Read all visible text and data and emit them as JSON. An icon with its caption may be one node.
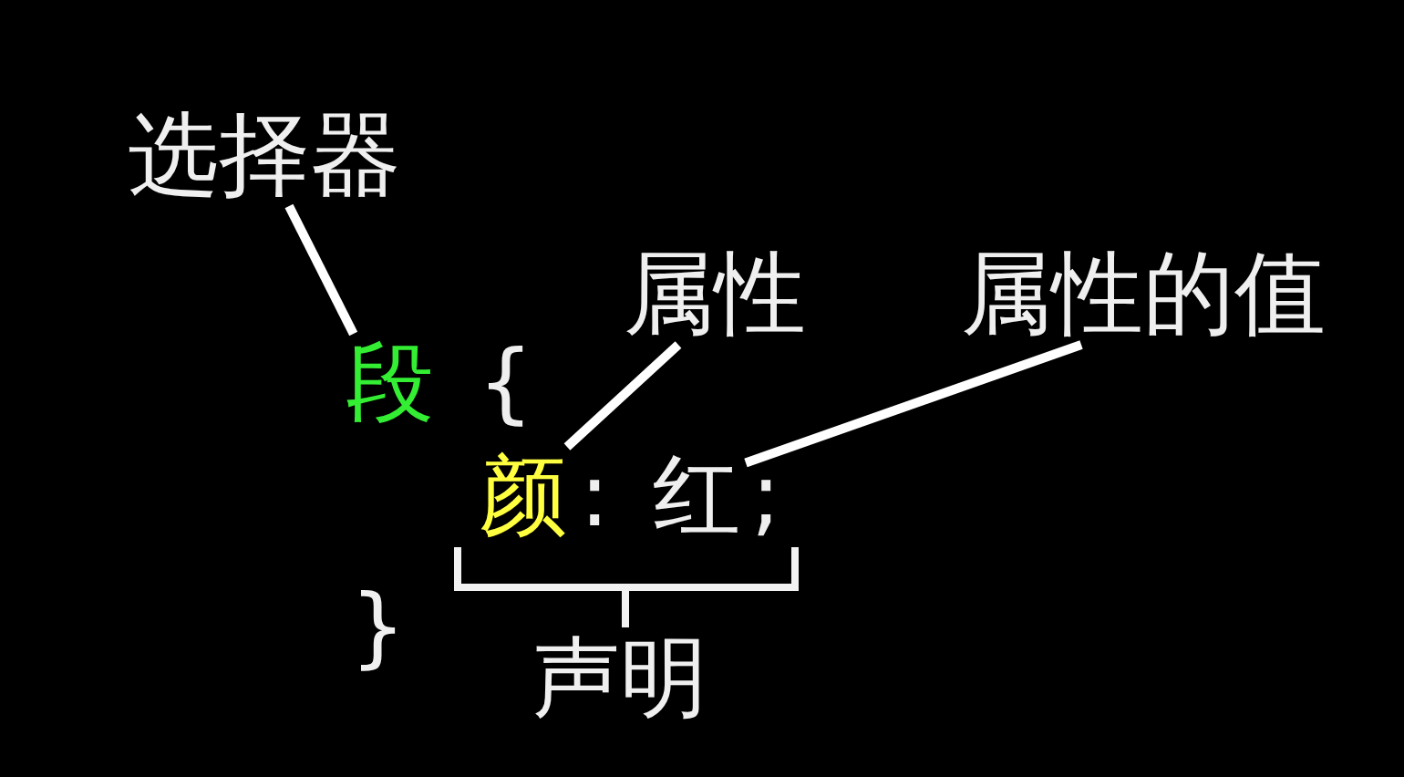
{
  "diagram": {
    "nodes": [
      {
        "text": [
          "选择器"
        ]
      },
      {
        "text": [
          "段"
        ]
      },
      {
        "text": [
          "属性"
        ]
      },
      {
        "text": [
          "颜"
        ]
      },
      {
        "text": [
          "属性的值"
        ]
      },
      {
        "text": [
          "红"
        ]
      }
    ],
    "edges": [
      {
        "from": 0,
        "to": 1,
        "arrow": "none"
      },
      {
        "from": 2,
        "to": 3,
        "arrow": "none"
      },
      {
        "from": 4,
        "to": 5,
        "arrow": "none"
      }
    ],
    "labels": [
      "{",
      ":",
      ";",
      "}",
      "声明"
    ]
  }
}
